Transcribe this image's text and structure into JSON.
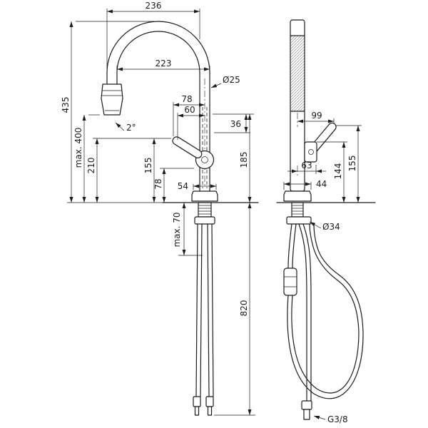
{
  "drawing": {
    "subject": "Kitchen mixer tap with pull-out spray - dimension drawing, front and side views",
    "units": "mm",
    "line_color": "#1c1c1c",
    "background": "#ffffff",
    "front_view": {
      "spout_reach": "236",
      "spout_reach_aerator": "223",
      "spout_tube_diameter": "Ø25",
      "offset_78": "78",
      "offset_60": "60",
      "offset_36": "36",
      "total_height": "435",
      "max_height_under_spout": "max. 400",
      "height_210": "210",
      "spray_angle": "2°",
      "height_155": "155",
      "height_78": "78",
      "base_width": "54",
      "outlet_height": "185",
      "max_deck_thickness": "max. 70",
      "hose_length_below": "820"
    },
    "side_view": {
      "handle_reach": "99",
      "depth_63": "63",
      "height_144": "144",
      "height_155": "155",
      "base_depth": "44",
      "tap_hole_diameter": "Ø34",
      "connection_thread": "G3/8"
    }
  }
}
